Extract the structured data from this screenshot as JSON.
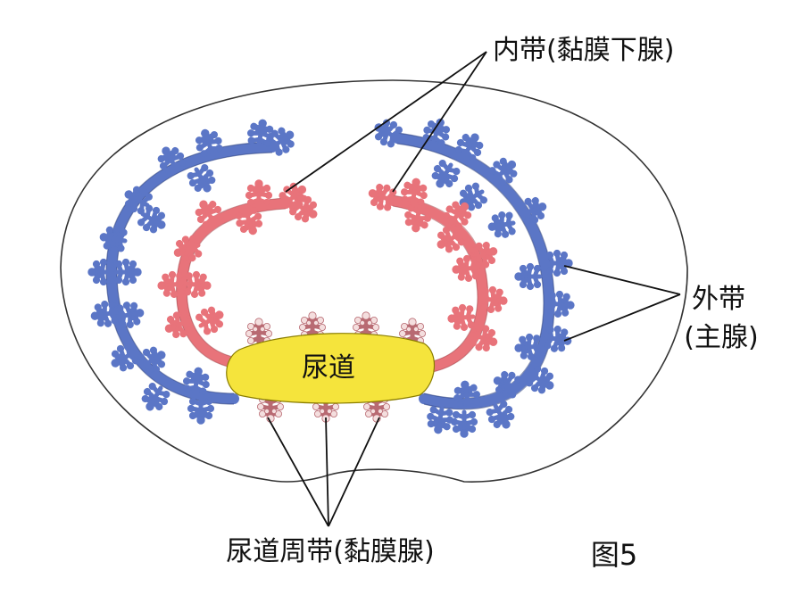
{
  "labels": {
    "inner_zone": "内带(黏膜下腺)",
    "outer_zone_line1": "外带",
    "outer_zone_line2": "(主腺)",
    "urethra": "尿道",
    "periurethral_zone": "尿道周带(黏膜腺)",
    "figure_number": "图5"
  },
  "colors": {
    "outer_ducts": "#5b76c6",
    "inner_ducts": "#e8737a",
    "periurethral_ducts": "#f4dede",
    "urethra_fill": "#f5e43c",
    "capsule_stroke": "#333333",
    "leader_lines": "#111111"
  }
}
